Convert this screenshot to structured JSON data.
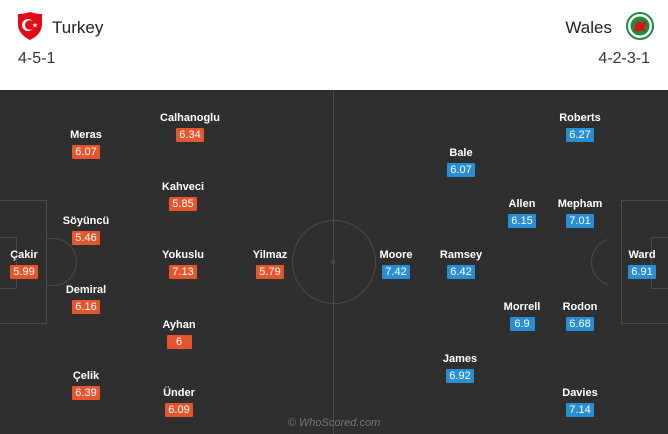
{
  "home": {
    "name": "Turkey",
    "formation": "4-5-1",
    "crest": "turkey-crest-icon",
    "color": "#e4572e",
    "players": [
      {
        "name": "Çakir",
        "rating": "5.99"
      },
      {
        "name": "Meras",
        "rating": "6.07"
      },
      {
        "name": "Söyüncü",
        "rating": "5.46"
      },
      {
        "name": "Demiral",
        "rating": "6.16"
      },
      {
        "name": "Çelik",
        "rating": "6.39"
      },
      {
        "name": "Calhanoglu",
        "rating": "6.34"
      },
      {
        "name": "Kahveci",
        "rating": "5.85"
      },
      {
        "name": "Yokuslu",
        "rating": "7.13"
      },
      {
        "name": "Ayhan",
        "rating": "6"
      },
      {
        "name": "Ünder",
        "rating": "6.09"
      },
      {
        "name": "Yilmaz",
        "rating": "5.79"
      }
    ]
  },
  "away": {
    "name": "Wales",
    "formation": "4-2-3-1",
    "crest": "wales-crest-icon",
    "color": "#2a8ed3",
    "players": [
      {
        "name": "Ward",
        "rating": "6.91"
      },
      {
        "name": "Roberts",
        "rating": "6.27"
      },
      {
        "name": "Mepham",
        "rating": "7.01"
      },
      {
        "name": "Rodon",
        "rating": "6.68"
      },
      {
        "name": "Davies",
        "rating": "7.14"
      },
      {
        "name": "Allen",
        "rating": "6.15"
      },
      {
        "name": "Morrell",
        "rating": "6.9"
      },
      {
        "name": "Bale",
        "rating": "6.07"
      },
      {
        "name": "Ramsey",
        "rating": "6.42"
      },
      {
        "name": "James",
        "rating": "6.92"
      },
      {
        "name": "Moore",
        "rating": "7.42"
      }
    ]
  },
  "watermark": "© WhoScored.com"
}
